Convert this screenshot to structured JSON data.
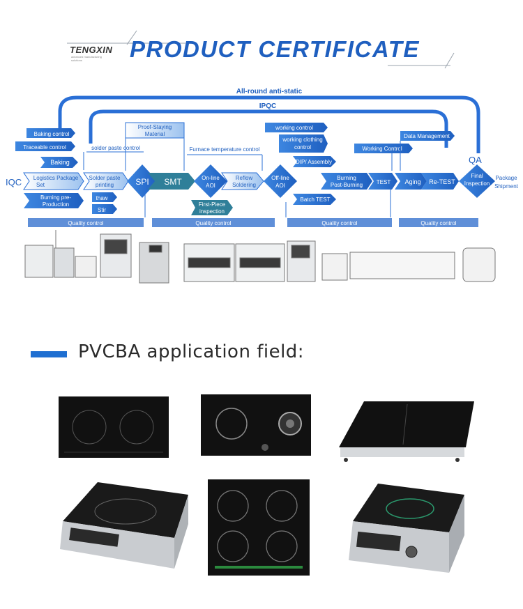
{
  "header": {
    "brand": "TENGXIN",
    "brand_tagline": "advanced manufacturing solutions",
    "title": "PRODUCT CERTIFICATE"
  },
  "process": {
    "all_round": "All-round anti-static",
    "ipqc": "IPQC",
    "iqc": "IQC",
    "qa": "QA",
    "baking_control": "Baking control",
    "traceable_control": "Traceable control",
    "baking": "Baking",
    "logistics_l1": "Logistics Package",
    "logistics_l2": "Set",
    "burning_pre_l1": "Burning pre-",
    "burning_pre_l2": "Production",
    "solder_paste_control": "solder paste control",
    "solder_paste_l1": "Solder paste",
    "solder_paste_l2": "printing",
    "thaw": "thaw",
    "stir": "Stir",
    "proof_l1": "Proof-Staying",
    "proof_l2": "Material",
    "spi": "SPI",
    "smt": "SMT",
    "furnace_control": "Furnace temperature control",
    "online_aoi_l1": "On-line",
    "online_aoi_l2": "AOI",
    "reflow_l1": "Reflow",
    "reflow_l2": "Soldering",
    "first_piece_l1": "First-Piece",
    "first_piece_l2": "inspection",
    "offline_aoi_l1": "Off-line",
    "offline_aoi_l2": "AOI",
    "working_control": "working control",
    "working_clothing_l1": "working clothing",
    "working_clothing_l2": "control",
    "dip_assembly": "DIP/ Assembly",
    "batch_test": "Batch TEST",
    "burning_post_l1": "Burning",
    "burning_post_l2": "Post-Burning",
    "test": "TEST",
    "working_control2": "Working Control",
    "data_management": "Data Management",
    "aging": "Aging",
    "retest": "Re-TEST",
    "final_l1": "Final",
    "final_l2": "Inspection",
    "package_l1": "Package",
    "package_l2": "Shipment",
    "quality_control": "Quality control"
  },
  "application": {
    "title": "PVCBA application field:",
    "products": [
      "two-burner black induction cooktop",
      "induction and gas hybrid hob",
      "two-zone built-in induction cooker",
      "commercial countertop induction cooker",
      "four-zone induction cooktop",
      "commercial induction cooker with control knob"
    ]
  },
  "colors": {
    "primary_blue": "#2a6fd6",
    "dark_blue": "#1f5fbf",
    "teal": "#2f7f99",
    "light_blue": "#d9e8fb"
  }
}
